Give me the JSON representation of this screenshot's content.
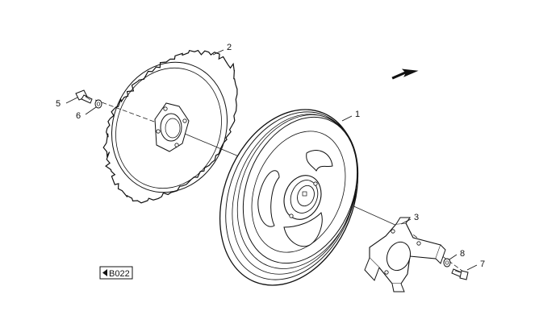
{
  "diagram": {
    "badge_label": "B022",
    "callouts": {
      "part_1": "1",
      "part_2": "2",
      "part_3": "3",
      "part_5": "5",
      "part_6": "6",
      "part_7": "7",
      "part_8": "8"
    },
    "icons": {
      "direction_arrow": "arrow-icon",
      "badge_arrow": "triangle-left-icon"
    }
  }
}
